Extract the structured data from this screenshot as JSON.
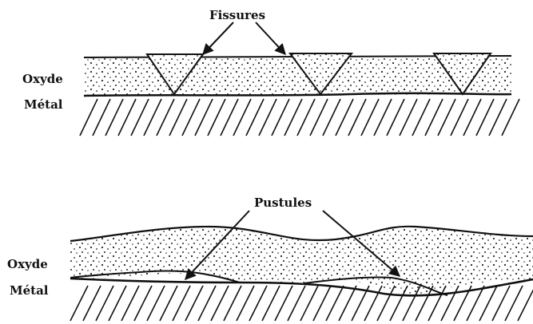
{
  "top_diagram": {
    "callout": "Fissures",
    "layer_labels": {
      "oxide": "Oxyde",
      "metal": "Métal"
    }
  },
  "bottom_diagram": {
    "callout": "Pustules",
    "layer_labels": {
      "oxide": "Oxyde",
      "metal": "Métal"
    }
  }
}
